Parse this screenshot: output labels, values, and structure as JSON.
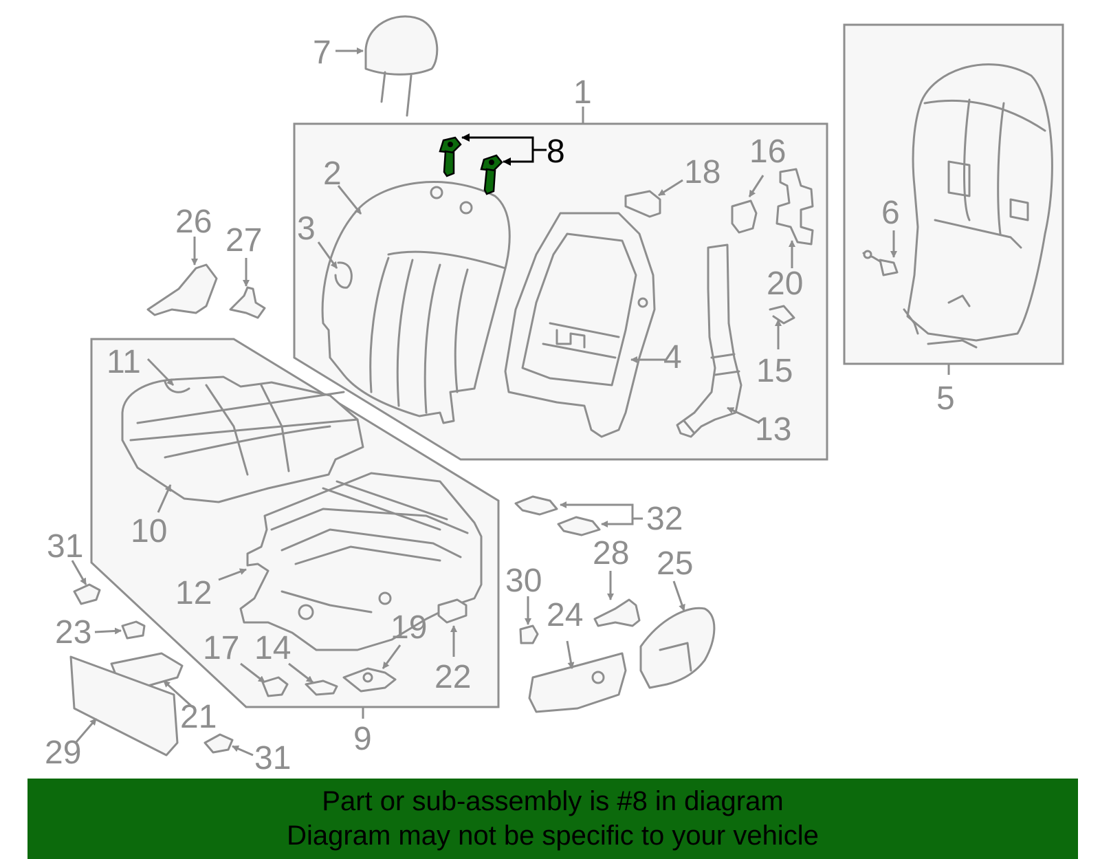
{
  "diagram": {
    "highlight_color": "#0c6a0c",
    "callouts": [
      "1",
      "2",
      "3",
      "4",
      "5",
      "6",
      "7",
      "8",
      "9",
      "10",
      "11",
      "12",
      "13",
      "14",
      "15",
      "16",
      "17",
      "18",
      "19",
      "20",
      "21",
      "22",
      "23",
      "24",
      "25",
      "26",
      "27",
      "28",
      "29",
      "30",
      "31",
      "31",
      "32"
    ]
  },
  "banner": {
    "background": "#0c6a0c",
    "line1": "Part or sub-assembly is #8 in diagram",
    "line2": "Diagram may not be specific to your vehicle"
  }
}
